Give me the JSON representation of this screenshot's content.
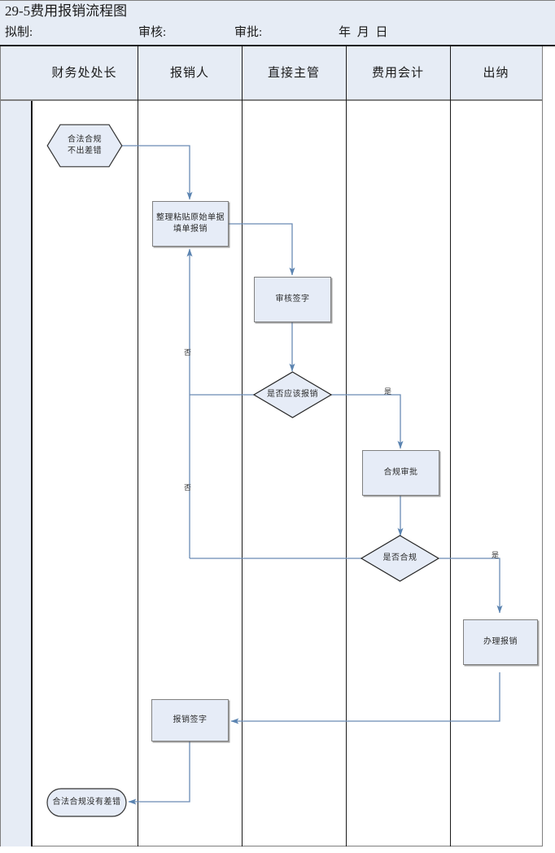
{
  "document": {
    "title": "29-5费用报销流程图",
    "meta": {
      "draft_label": "拟制:",
      "check_label": "审核:",
      "approve_label": "审批:",
      "date_label": "年 月 日"
    }
  },
  "swimlanes": {
    "columns": [
      {
        "id": "finance-director",
        "label": "财务处处长"
      },
      {
        "id": "claimant",
        "label": "报销人"
      },
      {
        "id": "direct-supervisor",
        "label": "直接主管"
      },
      {
        "id": "expense-accountant",
        "label": "费用会计"
      },
      {
        "id": "cashier",
        "label": "出纳"
      }
    ]
  },
  "flowchart": {
    "type": "swimlane-flowchart",
    "nodes": [
      {
        "id": "start",
        "shape": "hexagon",
        "lane": "finance-director",
        "label_line1": "合法合规",
        "label_line2": "不出差错"
      },
      {
        "id": "prepare",
        "shape": "process",
        "lane": "claimant",
        "label_line1": "整理粘贴原始单据",
        "label_line2": "填单报销"
      },
      {
        "id": "review-sign",
        "shape": "process",
        "lane": "direct-supervisor",
        "label_line1": "审核签字",
        "label_line2": ""
      },
      {
        "id": "should-claim",
        "shape": "decision",
        "lane": "direct-supervisor",
        "label_line1": "是否应该报销",
        "label_line2": ""
      },
      {
        "id": "compliance",
        "shape": "process",
        "lane": "expense-accountant",
        "label_line1": "合规审批",
        "label_line2": ""
      },
      {
        "id": "is-compliant",
        "shape": "decision",
        "lane": "expense-accountant",
        "label_line1": "是否合规",
        "label_line2": ""
      },
      {
        "id": "pay-out",
        "shape": "process",
        "lane": "cashier",
        "label_line1": "办理报销",
        "label_line2": ""
      },
      {
        "id": "claim-sign",
        "shape": "process",
        "lane": "claimant",
        "label_line1": "报销签字",
        "label_line2": ""
      },
      {
        "id": "end",
        "shape": "terminator",
        "lane": "finance-director",
        "label_line1": "合法合规没有差错",
        "label_line2": ""
      }
    ],
    "edge_labels": [
      {
        "id": "should-claim-yes",
        "text": "是"
      },
      {
        "id": "should-claim-no",
        "text": "否"
      },
      {
        "id": "is-compliant-yes",
        "text": "是"
      },
      {
        "id": "is-compliant-no",
        "text": "否"
      }
    ],
    "colors": {
      "node_fill": "#e6ecf7",
      "node_stroke": "#808080",
      "decision_stroke": "#262626",
      "connector": "#6a8bb5",
      "lane_header_fill": "#e6ecf5",
      "lane_border": "#1a1a1a"
    }
  }
}
